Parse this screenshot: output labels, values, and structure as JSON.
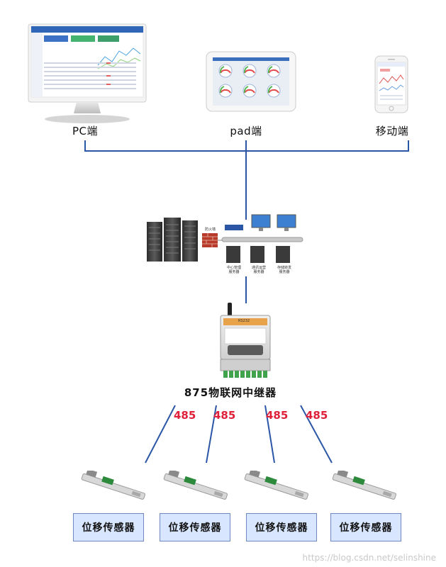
{
  "clients": {
    "pc_label": "PC端",
    "pad_label": "pad端",
    "mobile_label": "移动端"
  },
  "server": {
    "firewall_label": "防火墙",
    "server1": "中心管理\n服务器",
    "server2": "通讯运营\n服务器",
    "server3": "存储转发\n服务器"
  },
  "relay": {
    "label": "875物联网中继器",
    "tag": "RS232"
  },
  "links": {
    "protocol": "485"
  },
  "sensors": [
    "位移传感器",
    "位移传感器",
    "位移传感器",
    "位移传感器"
  ],
  "watermark": "https://blog.csdn.net/selinshine",
  "colors": {
    "line": "#2b56a6",
    "protocol_text": "#e0203a",
    "sensor_box_fill": "#d8e6ff",
    "sensor_box_border": "#6d88c4"
  }
}
